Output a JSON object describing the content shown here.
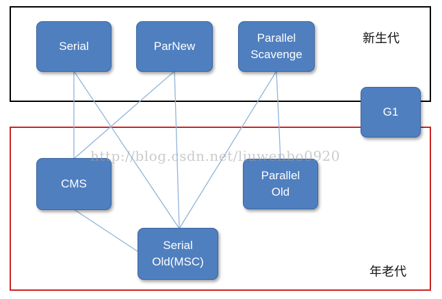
{
  "regions": {
    "young": {
      "label": "新生代",
      "border_color": "#000000"
    },
    "old": {
      "label": "年老代",
      "border_color": "#cc2222"
    }
  },
  "collectors": {
    "serial": "Serial",
    "parnew": "ParNew",
    "parallel_scavenge": "Parallel\nScavenge",
    "g1": "G1",
    "cms": "CMS",
    "parallel_old": "Parallel\nOld",
    "serial_old": "Serial\nOld(MSC)"
  },
  "connections": [
    [
      "serial",
      "cms"
    ],
    [
      "serial",
      "serial_old"
    ],
    [
      "parnew",
      "cms"
    ],
    [
      "parnew",
      "serial_old"
    ],
    [
      "parallel_scavenge",
      "serial_old"
    ],
    [
      "parallel_scavenge",
      "parallel_old"
    ],
    [
      "cms",
      "serial_old"
    ]
  ],
  "watermark": "http://blog.csdn.net/liuwenbo0920",
  "colors": {
    "node_fill": "#4f7fbf",
    "edge": "#8fb3d9"
  }
}
